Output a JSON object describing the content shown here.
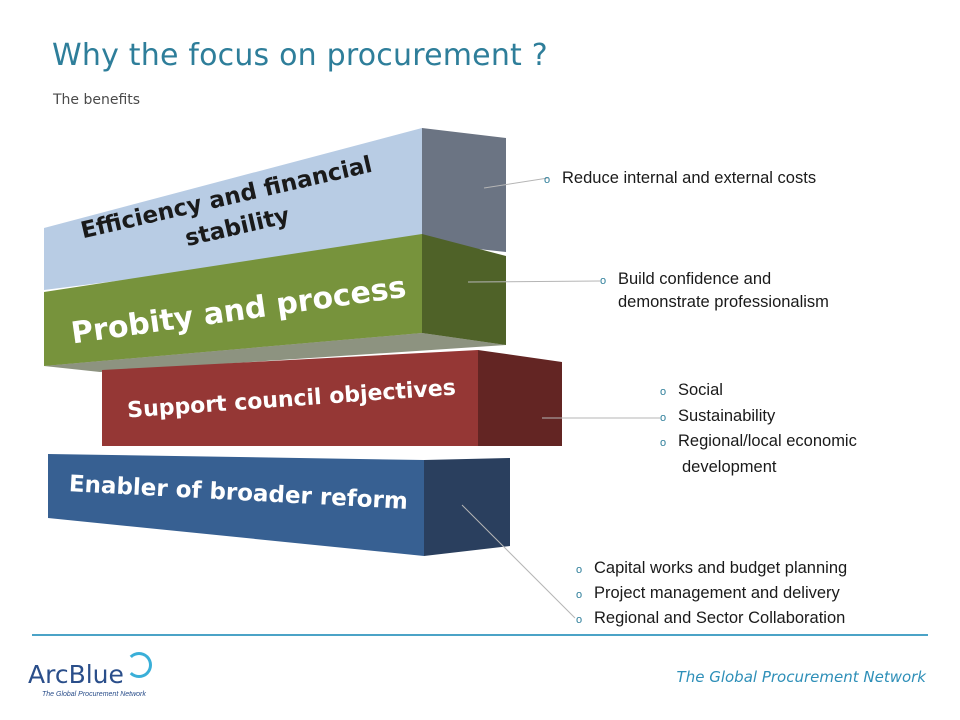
{
  "slide": {
    "title": "Why the focus on procurement ?",
    "subtitle": "The benefits"
  },
  "blocks": [
    {
      "line1": "Efficiency and financial",
      "line2": "stability",
      "color": "#B8CCE4",
      "side_color": "#6B7483"
    },
    {
      "label": "Probity and process",
      "color": "#77933C",
      "side_color": "#4F6228"
    },
    {
      "label": "Support council objectives",
      "color": "#953735",
      "side_color": "#632523"
    },
    {
      "label": "Enabler of broader reform",
      "color": "#376092",
      "side_color": "#2A3F5E"
    }
  ],
  "benefits": {
    "efficiency": [
      "Reduce internal and external costs"
    ],
    "probity": {
      "line1": "Build confidence and",
      "line2": "demonstrate  professionalism"
    },
    "support": [
      "Social",
      "Sustainability",
      "Regional/local economic"
    ],
    "support_continued": "development",
    "enabler": [
      "Capital works and budget planning",
      "Project management and delivery",
      "Regional and Sector Collaboration"
    ]
  },
  "footer": {
    "tagline": "The Global Procurement Network",
    "logo_text": "ArcBlue",
    "logo_sub": "The Global Procurement Network"
  },
  "icons": {
    "bullet": "hollow-circle-bullet"
  }
}
